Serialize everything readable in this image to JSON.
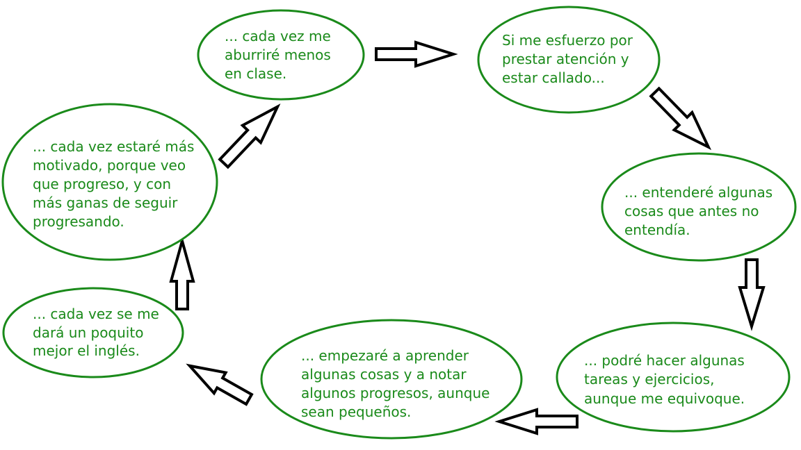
{
  "colors": {
    "node_stroke": "#1a8a1a",
    "node_text": "#1a8a1a",
    "arrow_stroke": "#000000"
  },
  "nodes": [
    {
      "id": "start",
      "lines": [
        "Si me esfuerzo por",
        "prestar atención y",
        "estar callado..."
      ]
    },
    {
      "id": "understand",
      "lines": [
        "... entenderé algunas",
        "cosas que antes no",
        "entendía."
      ]
    },
    {
      "id": "tasks",
      "lines": [
        "... podré hacer algunas",
        "tareas y ejercicios,",
        "aunque me equivoque."
      ]
    },
    {
      "id": "learn",
      "lines": [
        "... empezaré a aprender",
        "algunas cosas y a notar",
        "algunos progresos, aunque",
        "sean pequeños."
      ]
    },
    {
      "id": "english",
      "lines": [
        "... cada vez se me",
        "dará un poquito",
        "mejor el inglés."
      ]
    },
    {
      "id": "motivated",
      "lines": [
        "... cada vez estaré más",
        "motivado, porque veo",
        "que progreso, y con",
        "más ganas de seguir",
        "progresando."
      ]
    },
    {
      "id": "bored",
      "lines": [
        "... cada vez me",
        "aburriré menos",
        "en clase."
      ]
    }
  ]
}
